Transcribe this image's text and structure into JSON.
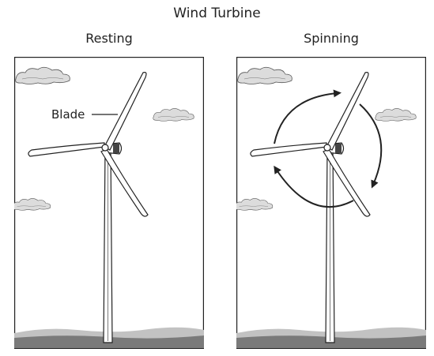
{
  "figure": {
    "title": "Wind Turbine",
    "panels": [
      {
        "label": "Resting",
        "annotation": "Blade"
      },
      {
        "label": "Spinning"
      }
    ]
  },
  "colors": {
    "outline": "#222222",
    "ground_dark": "#7a7a7a",
    "ground_light": "#c2c2c2",
    "cloud": "#dcdcdc"
  }
}
